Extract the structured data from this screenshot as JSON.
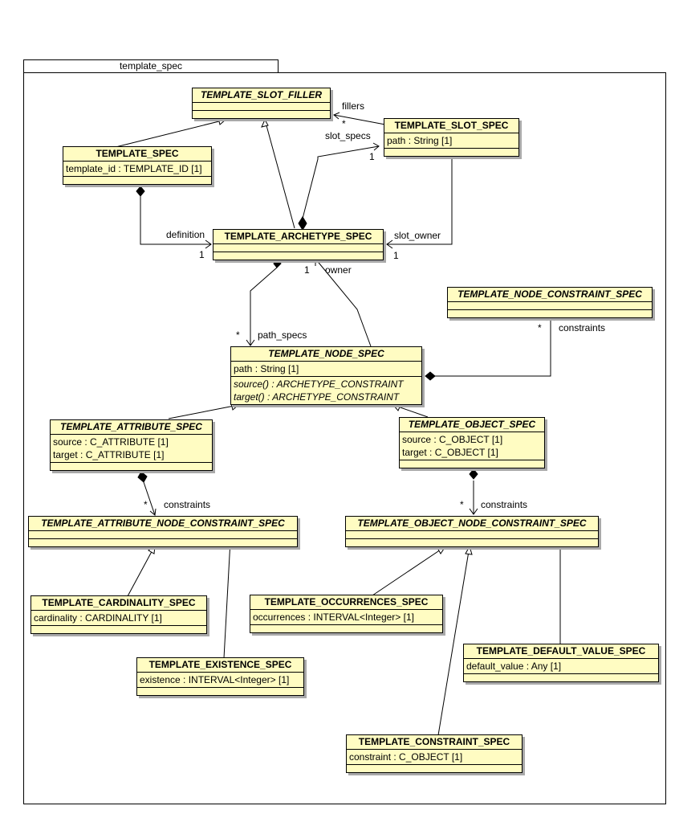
{
  "package": {
    "name": "template_spec"
  },
  "classes": {
    "slot_filler": {
      "name": "TEMPLATE_SLOT_FILLER",
      "attributes": []
    },
    "slot_spec": {
      "name": "TEMPLATE_SLOT_SPEC",
      "attributes": [
        "path : String [1]"
      ]
    },
    "template_spec": {
      "name": "TEMPLATE_SPEC",
      "attributes": [
        "template_id : TEMPLATE_ID [1]"
      ]
    },
    "archetype_spec": {
      "name": "TEMPLATE_ARCHETYPE_SPEC",
      "attributes": []
    },
    "node_constraint_spec": {
      "name": "TEMPLATE_NODE_CONSTRAINT_SPEC",
      "attributes": []
    },
    "node_spec": {
      "name": "TEMPLATE_NODE_SPEC",
      "attributes": [
        "path : String [1]"
      ],
      "operations": [
        "source() : ARCHETYPE_CONSTRAINT",
        "target() : ARCHETYPE_CONSTRAINT"
      ]
    },
    "attribute_spec": {
      "name": "TEMPLATE_ATTRIBUTE_SPEC",
      "attributes": [
        "source : C_ATTRIBUTE [1]",
        "target : C_ATTRIBUTE [1]"
      ]
    },
    "object_spec": {
      "name": "TEMPLATE_OBJECT_SPEC",
      "attributes": [
        "source : C_OBJECT [1]",
        "target : C_OBJECT [1]"
      ]
    },
    "attr_node_constraint_spec": {
      "name": "TEMPLATE_ATTRIBUTE_NODE_CONSTRAINT_SPEC",
      "attributes": []
    },
    "obj_node_constraint_spec": {
      "name": "TEMPLATE_OBJECT_NODE_CONSTRAINT_SPEC",
      "attributes": []
    },
    "cardinality_spec": {
      "name": "TEMPLATE_CARDINALITY_SPEC",
      "attributes": [
        "cardinality : CARDINALITY [1]"
      ]
    },
    "occurrences_spec": {
      "name": "TEMPLATE_OCCURRENCES_SPEC",
      "attributes": [
        "occurrences : INTERVAL<Integer> [1]"
      ]
    },
    "existence_spec": {
      "name": "TEMPLATE_EXISTENCE_SPEC",
      "attributes": [
        "existence : INTERVAL<Integer> [1]"
      ]
    },
    "default_value_spec": {
      "name": "TEMPLATE_DEFAULT_VALUE_SPEC",
      "attributes": [
        "default_value : Any [1]"
      ]
    },
    "constraint_spec": {
      "name": "TEMPLATE_CONSTRAINT_SPEC",
      "attributes": [
        "constraint : C_OBJECT [1]"
      ]
    }
  },
  "associations": {
    "fillers": {
      "role": "fillers",
      "mult": "*"
    },
    "slot_specs": {
      "role": "slot_specs",
      "mult": "1"
    },
    "definition": {
      "role": "definition",
      "mult": "1"
    },
    "slot_owner": {
      "role": "slot_owner",
      "mult": "1"
    },
    "owner": {
      "role": "owner",
      "mult": "1"
    },
    "path_specs": {
      "role": "path_specs",
      "mult": "*"
    },
    "node_constraints": {
      "role": "constraints",
      "mult": "*"
    },
    "attr_constraints": {
      "role": "constraints",
      "mult": "*"
    },
    "obj_constraints": {
      "role": "constraints",
      "mult": "*"
    }
  },
  "colors": {
    "class_fill": "#fffcc2",
    "shadow": "#a9a9a9",
    "line": "#000000"
  }
}
